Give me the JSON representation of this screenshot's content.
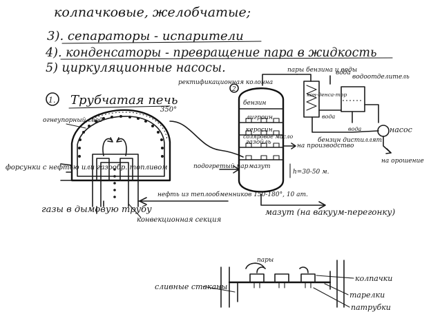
{
  "notes": {
    "line1": "колпачковые, желобчатые;",
    "line2": "3). сепараторы - испарители",
    "line3": "4). конденсаторы - превращение пара в жидкость",
    "line4": "5) циркуляционные насосы."
  },
  "section": {
    "number": "1.",
    "title": "Трубчатая печь"
  },
  "furnace": {
    "vault_label": "огнеупорный свод",
    "temp": "350°",
    "burners_label": "форсунки с нефтью или газообр. топливом",
    "flue_label": "газы в дымовую трубу",
    "oil_inlet_label": "нефть из теплообменников 150-180°, 10 ат.",
    "convection_label": "конвекционная секция"
  },
  "column": {
    "reflux_label": "ректификационная колонна",
    "column_number": "2",
    "top_vapors_label": "пары бензина и воды",
    "fractions": [
      "бензин",
      "лигроин",
      "керосин",
      "газойль",
      "мазут"
    ],
    "solar_oil_label": "соляровое масло",
    "steam_label": "подогретый пар",
    "height_label": "h=30-50 м.",
    "production_label": "на производство",
    "residue_label": "мазут (на вакуум-перегонку)"
  },
  "condenser": {
    "water_label": "вода",
    "condenser_label": "кон-денса-тор",
    "water_inlet": "вода",
    "separator_label": "водоотделитель",
    "water_out": "вода",
    "gasoline_out": "бензин дистиллят",
    "pump_label": "насос",
    "irrigation_label": "на орошение"
  },
  "tray_detail": {
    "vapors_label": "пары",
    "overflow_label": "сливные стаканы",
    "caps_label": "колпачки",
    "plates_label": "тарелки",
    "nozzles_label": "патрубки"
  }
}
